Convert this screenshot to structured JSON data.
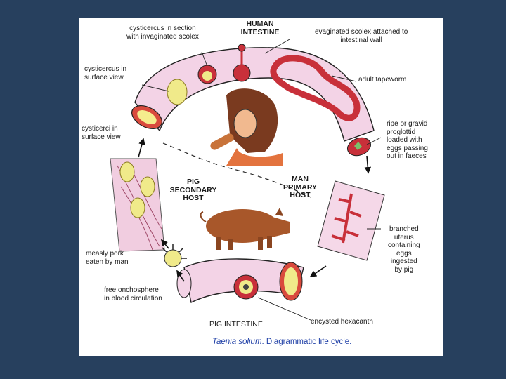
{
  "labels": {
    "human_intestine": "HUMAN\nINTESTINE",
    "cysticercus_section": "cysticercus in section\nwith invaginated scolex",
    "evaginated_scolex": "evaginated scolex attached to\nintestinal wall",
    "cysticercus_surface": "cysticercus in\nsurface view",
    "adult_tapeworm": "adult tapeworm",
    "ripe_proglottid": "ripe or gravid\nproglottid\nloaded with\neggs passing\nout in faeces",
    "cysticerci_surface": "cysticerci in\nsurface view",
    "pig_host": "PIG\nSECONDARY\nHOST",
    "man_host": "MAN\nPRIMARY\nHOST",
    "branched_uterus": "branched\nuterus\ncontaining\neggs\ningested\nby pig",
    "measly_pork": "measly pork\neaten by man",
    "free_onchosphere": "free onchosphere\nin blood circulation",
    "pig_intestine": "PIG INTESTINE",
    "encysted_hexacanth": "encysted hexacanth"
  },
  "caption": {
    "species": "Taenia solium",
    "rest": ". Diagrammatic life cycle."
  },
  "colors": {
    "background": "#27405e",
    "intestine_fill": "#f3d3e6",
    "tissue_red": "#c8303a",
    "cyst_yellow": "#f0ea8a",
    "pig_brown": "#a8572a",
    "caption_blue": "#1f3fa6"
  }
}
